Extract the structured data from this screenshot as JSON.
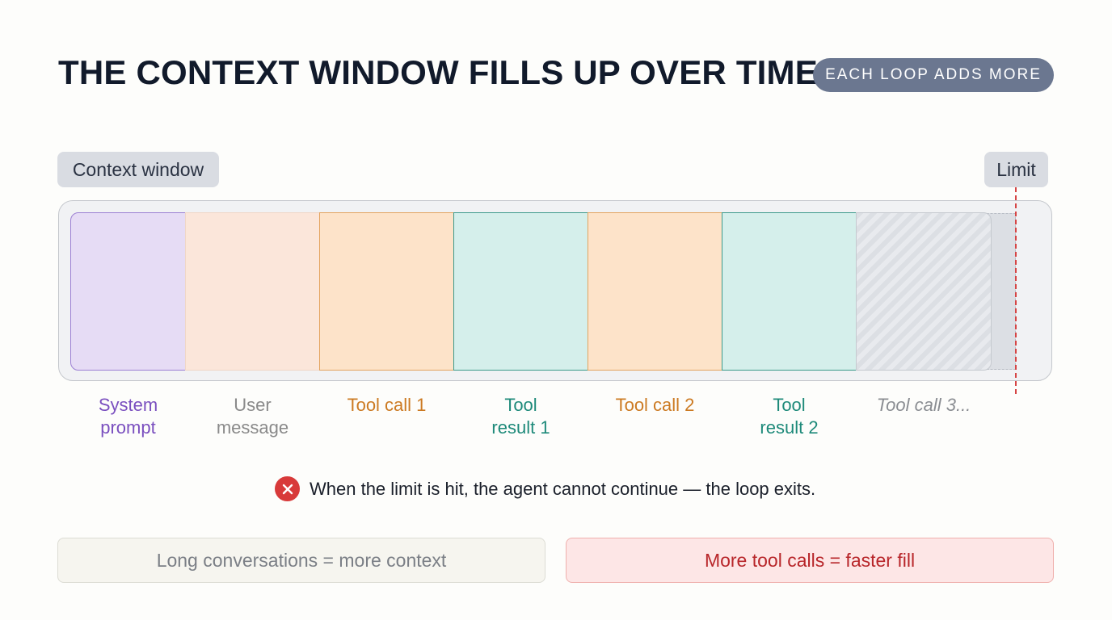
{
  "header": {
    "title": "THE CONTEXT WINDOW FILLS UP OVER TIME",
    "badge": "EACH LOOP ADDS MORE"
  },
  "window": {
    "label": "Context window",
    "limit_label": "Limit",
    "segments": [
      {
        "label": "System\nprompt",
        "color": "#7a4fbf"
      },
      {
        "label": "User\nmessage",
        "color": "#8a8a8a"
      },
      {
        "label": "Tool call 1",
        "color": "#cc7a22"
      },
      {
        "label": "Tool\nresult 1",
        "color": "#1e8a7a"
      },
      {
        "label": "Tool call 2",
        "color": "#cc7a22"
      },
      {
        "label": "Tool\nresult 2",
        "color": "#1e8a7a"
      },
      {
        "label": "Tool call 3...",
        "color": "#8a8d92"
      }
    ]
  },
  "warning": {
    "icon": "error-x-icon",
    "text": "When the limit is hit, the agent cannot continue — the loop exits."
  },
  "footer": {
    "left": "Long conversations = more context",
    "right": "More tool calls = faster fill"
  },
  "colors": {
    "accent_red": "#d83a3a",
    "badge_bg": "#6b7790",
    "system": "#9b7fd3",
    "tool_call": "#e3a35f",
    "tool_result": "#3c9a8b"
  }
}
